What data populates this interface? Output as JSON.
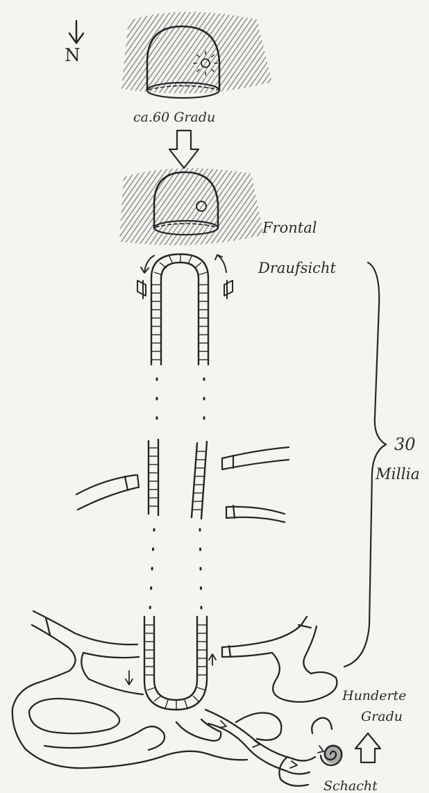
{
  "labels": {
    "north": "N",
    "angle_top": "ca.60 Gradu",
    "frontal": "Frontal",
    "draufsicht": "Draufsicht",
    "distance_value": "30",
    "distance_unit": "Millia",
    "angle_bottom_line1": "Hunderte",
    "angle_bottom_line2": "Gradu",
    "shaft": "Schacht"
  },
  "icons": {
    "north_arrow": "arrow-down-icon",
    "transition_arrow": "hollow-arrow-down-icon",
    "sun": "sun-icon",
    "moon": "circle-icon",
    "exit_arrow": "hollow-arrow-up-icon",
    "shaft": "spiral-icon"
  },
  "colors": {
    "ink": "#262626",
    "paper": "#f4f4f1",
    "shading": "#6b6b6b"
  }
}
